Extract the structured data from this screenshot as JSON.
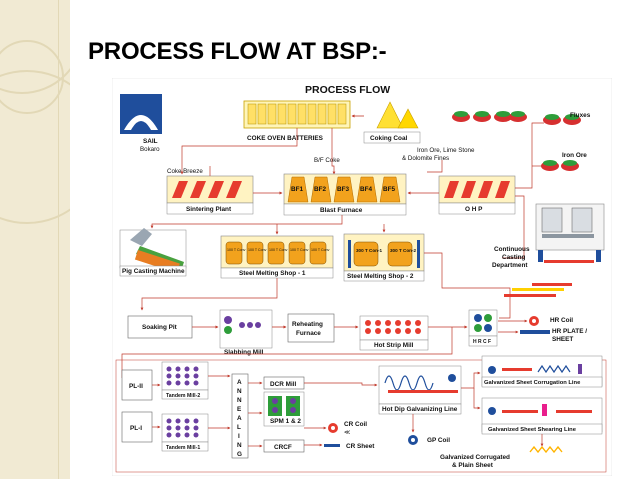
{
  "slide_title": "PROCESS FLOW AT BSP:-",
  "diagram": {
    "title": "PROCESS FLOW",
    "logo": {
      "line1": "SAIL",
      "line2": "Bokaro"
    },
    "coke_oven_batteries": "COKE OVEN BATTERIES",
    "coking_coal": "Coking Coal",
    "iron_ore_limestone": "Iron Ore, Lime Stone",
    "dolomite_fines": "& Dolomite Fines",
    "fluxes": "Fluxes",
    "iron_ore": "Iron Ore",
    "coke_breeze": "Coke Breeze",
    "bf_coke": "B/F Coke",
    "blast_furnaces": [
      "BF1",
      "BF2",
      "BF3",
      "BF4",
      "BF5"
    ],
    "sintering_plant": "Sintering Plant",
    "blast_furnace": "Blast Furnace",
    "ohp": "O H P",
    "pig_casting_machine": "Pig Casting Machine",
    "sms1_vessels": [
      "100 T Conv",
      "100 T Conv",
      "100 T Conv",
      "100 T Conv",
      "100 T Conv"
    ],
    "sms1": "Steel Melting Shop - 1",
    "sms2_vessels": [
      "300 T Con-1",
      "300 T Con-2"
    ],
    "sms2": "Steel Melting Shop - 2",
    "continuous_casting": [
      "Continuous",
      "Casting",
      "Department"
    ],
    "soaking_pit": "Soaking Pit",
    "slabbing_mill": "Slabbing Mill",
    "reheating_furnace": [
      "Reheating",
      "Furnace"
    ],
    "hot_strip_mill": "Hot Strip Mill",
    "hrcf": "H R C F",
    "hr_coil": "HR Coil",
    "hr_plate_sheet": [
      "HR PLATE /",
      "SHEET"
    ],
    "pl2": "PL-II",
    "pl1": "PL-I",
    "tandem_mill_2": "Tandem Mill-2",
    "tandem_mill_1": "Tandem Mill-1",
    "annealing_letters": [
      "A",
      "N",
      "N",
      "E",
      "A",
      "L",
      "I",
      "N",
      "G"
    ],
    "dcr_mill": "DCR Mill",
    "spm": "SPM 1 & 2",
    "crcf": "CRCF",
    "cr_coil": [
      "CR Coil",
      "≪"
    ],
    "cr_sheet": "CR Sheet",
    "hot_dip": "Hot Dip Galvanizing Line",
    "gp_coil": "GP Coil",
    "corrugation_line": "Galvanized Sheet Corrugation Line",
    "shearing_line": "Galvanized Sheet Shearing Line",
    "galvanized_out": [
      "Galvanized  Corrugated",
      "& Plain Sheet"
    ]
  }
}
